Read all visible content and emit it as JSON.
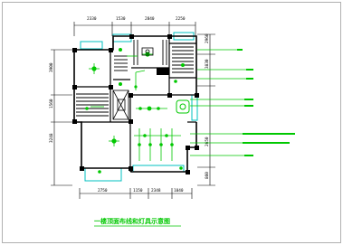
{
  "drawing": {
    "title": "一楼顶面布线和灯具示意图",
    "colors": {
      "background": "#ffffff",
      "wall": "#000000",
      "fixture": "#00c800",
      "window": "#00c0c0",
      "dimension": "#000000",
      "frame": "#b0b0b0"
    },
    "dimensions_top": [
      "2330",
      "1530",
      "2840",
      "2250"
    ],
    "dimensions_bottom": [
      "2750",
      "1150",
      "2348",
      "1040"
    ],
    "dimensions_left": [
      "3900",
      "1560",
      "3248"
    ],
    "dimensions_right": [
      "2960",
      "3830",
      "2650",
      "860"
    ]
  }
}
